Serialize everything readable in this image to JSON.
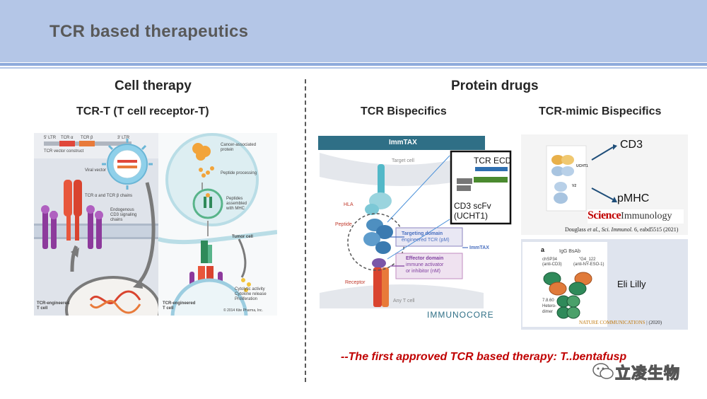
{
  "slide": {
    "title": "TCR based therapeutics",
    "left": {
      "heading": "Cell therapy",
      "subheading": "TCR-T (T cell receptor-T)",
      "figure": {
        "vector_construct": "TCR vector construct",
        "ltr_left": "5' LTR",
        "tcr_a": "TCR α",
        "tcr_b": "TCR β",
        "ltr_right": "3' LTR",
        "viral_vector": "Viral vector",
        "chains": "TCR α and TCR β chains",
        "cd3_line1": "Endogenous",
        "cd3_line2": "CD3 signaling",
        "cd3_line3": "chains",
        "engineered_line1": "TCR-engineered",
        "engineered_line2": "T cell",
        "antigen_line1": "Cancer-associated",
        "antigen_line2": "protein",
        "processing": "Peptide processing",
        "assembled_line1": "Peptides",
        "assembled_line2": "assembled",
        "assembled_line3": "with MHC",
        "tumor": "Tumor cell",
        "activity_line1": "Cytolytic activity",
        "activity_line2": "Cytokine release",
        "activity_line3": "Proliferation",
        "engineered2_line1": "TCR-engineered",
        "engineered2_line2": "T cell",
        "copyright": "© 2014 Kite Pharma, Inc."
      }
    },
    "right": {
      "heading": "Protein drugs",
      "col1": {
        "subheading": "TCR Bispecifics",
        "figure": {
          "banner": "ImmTAX",
          "target_cell": "Target cell",
          "hla": "HLA",
          "peptide": "Peptide",
          "receptor": "Receptor",
          "any_t_cell": "Any T cell",
          "targeting_line1": "Targeting domain",
          "targeting_line2": "engineered TCR (pM)",
          "effector_line1": "Effector domain",
          "effector_line2": "immune activator",
          "effector_line3": "or inhibitor (nM)",
          "immtax_side": "ImmTAX",
          "brand": "IMMUNOCORE",
          "inset_top": "TCR ECD",
          "inset_bottom_line1": "CD3 scFv",
          "inset_bottom_line2": "(UCHT1)"
        }
      },
      "col2": {
        "subheading": "TCR-mimic Bispecifics",
        "figure1": {
          "cd3": "CD3",
          "pmhc": "pMHC",
          "ucht1": "UCHT1",
          "v2": "V2",
          "journal_a": "Science",
          "journal_b": "Immunology",
          "citation_lead": "Douglass ",
          "citation_italic": "et al., Sci. Immunol.",
          "citation_tail": " 6, eabd5515 (2021)"
        },
        "figure2": {
          "panel_letter": "a",
          "title": "IgG BsAb",
          "left_line1": "chSP34",
          "left_line2": "(anti-CD3)",
          "right_line1": "\"G4_122",
          "right_line2": "(anti-NY-ESO-1)",
          "bottom_line1": "7.8.60",
          "bottom_line2": "Hetero-",
          "bottom_line3": "dimer",
          "company": "Eli Lilly",
          "journal": "NATURE COMMUNICATIONS",
          "year": " | (2020)"
        }
      }
    },
    "footer_note": "--The first approved TCR based therapy: T..bentafusp",
    "watermark": "立凌生物"
  }
}
